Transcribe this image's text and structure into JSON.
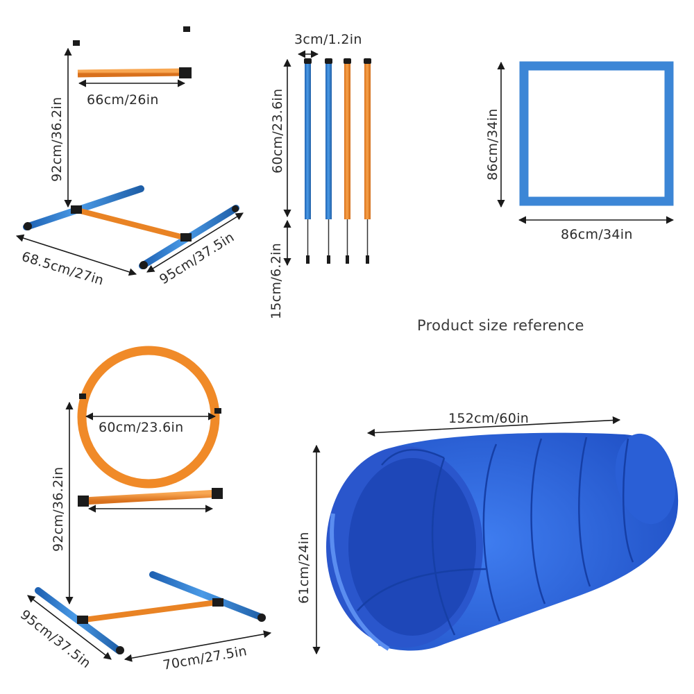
{
  "caption": "Product size reference",
  "colors": {
    "blue_pole": "#2f7fd0",
    "orange_bar": "#f0892a",
    "tunnel_blue": "#2f63d8",
    "frame_blue": "#3c86d6",
    "cap_black": "#1b1b1b"
  },
  "hurdle": {
    "height": "92cm/36.2in",
    "bar_width": "66cm/26in",
    "base_depth": "68.5cm/27in",
    "base_width": "95cm/37.5in"
  },
  "weave_poles": {
    "diameter": "3cm/1.2in",
    "pole_height": "60cm/23.6in",
    "spike_length": "15cm/6.2in"
  },
  "pause_box": {
    "height": "86cm/34in",
    "width": "86cm/34in"
  },
  "tire_jump": {
    "ring_diameter": "60cm/23.6in",
    "height": "92cm/36.2in",
    "base_depth": "95cm/37.5in",
    "base_width": "70cm/27.5in"
  },
  "tunnel": {
    "length": "152cm/60in",
    "diameter": "61cm/24in"
  }
}
